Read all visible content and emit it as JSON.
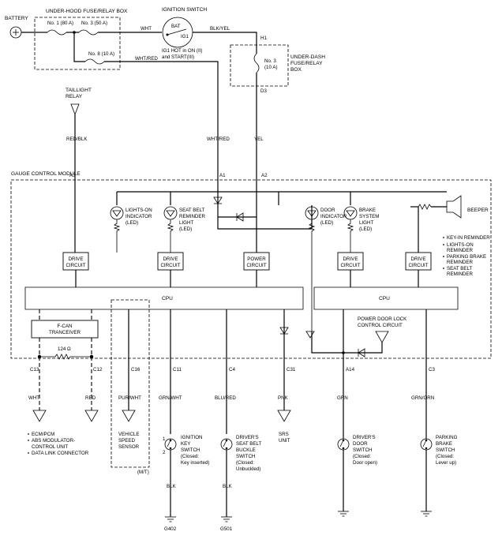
{
  "power": {
    "battery": "BATTERY",
    "underhood_box": "UNDER-HOOD FUSE/RELAY BOX",
    "fuse1": "No. 1 (80 A)",
    "fuse3": "No. 3 (50 A)",
    "fuse8": "No. 8 (10 A)",
    "wht": "WHT",
    "wht_red": "WHT/RED",
    "ign_switch": "IGNITION SWITCH",
    "bat": "BAT",
    "ig1": "IG1",
    "ig1_note_1": "IG1 HOT in ON (II)",
    "ig1_note_2": "and START(III)",
    "blk_yel": "BLK/YEL",
    "h1": "H1",
    "underdash_box_1": "UNDER-DASH",
    "underdash_box_2": "FUSE/RELAY",
    "underdash_box_3": "BOX",
    "fuse_no3_1": "No. 3",
    "fuse_no3_2": "(10 A)",
    "d3": "D3"
  },
  "taillight": {
    "relay_1": "TAILLIGHT",
    "relay_2": "RELAY",
    "wire": "RED/BLK",
    "wht_red": "WHT/RED",
    "yel": "YEL"
  },
  "module": {
    "title": "GAUGE CONTROL MODULE",
    "pin_a3": "A3",
    "pin_a1": "A1",
    "pin_a2": "A2",
    "cpu_left": "CPU",
    "cpu_right": "CPU",
    "lights_on_1": "LIGHTS-ON",
    "lights_on_2": "INDICATOR",
    "lights_on_3": "(LED)",
    "seat_belt_1": "SEAT BELT",
    "seat_belt_2": "REMINDER",
    "seat_belt_3": "LIGHT",
    "seat_belt_4": "(LED)",
    "door_1": "DOOR",
    "door_2": "INDICATOR",
    "door_3": "(LED)",
    "brake_1": "BRAKE",
    "brake_2": "SYSTEM",
    "brake_3": "LIGHT",
    "brake_4": "(LED)",
    "beeper": "BEEPER",
    "beeper_notes": [
      "KEY-IN REMINDER",
      "LIGHTS-ON",
      "REMINDER",
      "PARKING BRAKE",
      "REMINDER",
      "SEAT BELT",
      "REMINDER"
    ],
    "drive_1": "DRIVE",
    "circuit": "CIRCUIT",
    "power_1": "POWER",
    "fcan_1": "F-CAN",
    "fcan_2": "TRANCEIVER",
    "resistor": "124 Ω",
    "pdl_1": "POWER DOOR LOCK",
    "pdl_2": "CONTROL CIRCUIT"
  },
  "pins": {
    "c13": "C13",
    "c12": "C12",
    "c16": "C16",
    "c11": "C11",
    "c4": "C4",
    "c31": "C31",
    "a14": "A14",
    "c3": "C3"
  },
  "wires": {
    "wht": "WHT",
    "red": "RED",
    "pur_wht": "PUR/WHT",
    "grn_wht": "GRN/WHT",
    "blu_red": "BLU/RED",
    "pnk": "PNK",
    "grn": "GRN",
    "grn_orn": "GRN/ORN",
    "blk1": "BLK",
    "blk2": "BLK"
  },
  "bottom": {
    "ecm_list": [
      "ECM/PCM",
      "ABS MODULATOR-",
      "CONTROL UNIT",
      "DATA LINK CONNECTOR"
    ],
    "vss": [
      "VEHICLE",
      "SPEED",
      "SENSOR"
    ],
    "mt": "(M/T)",
    "ign_key": [
      "IGNITION",
      "KEY",
      "SWITCH",
      "(Closed:",
      "Key inserted)"
    ],
    "sw_pin1": "1",
    "sw_pin2": "2",
    "buckle": [
      "DRIVER'S",
      "SEAT BELT",
      "BUCKLE",
      "SWITCH",
      "(Closed:",
      "Unbuckled)"
    ],
    "srs": [
      "SRS",
      "UNIT"
    ],
    "door_sw": [
      "DRIVER'S",
      "DOOR",
      "SWITCH",
      "(Closed:",
      "Door open)"
    ],
    "pb_sw": [
      "PARKING",
      "BRAKE",
      "SWITCH",
      "(Closed:",
      "Lever up)"
    ],
    "g402": "G402",
    "g501": "G501"
  }
}
